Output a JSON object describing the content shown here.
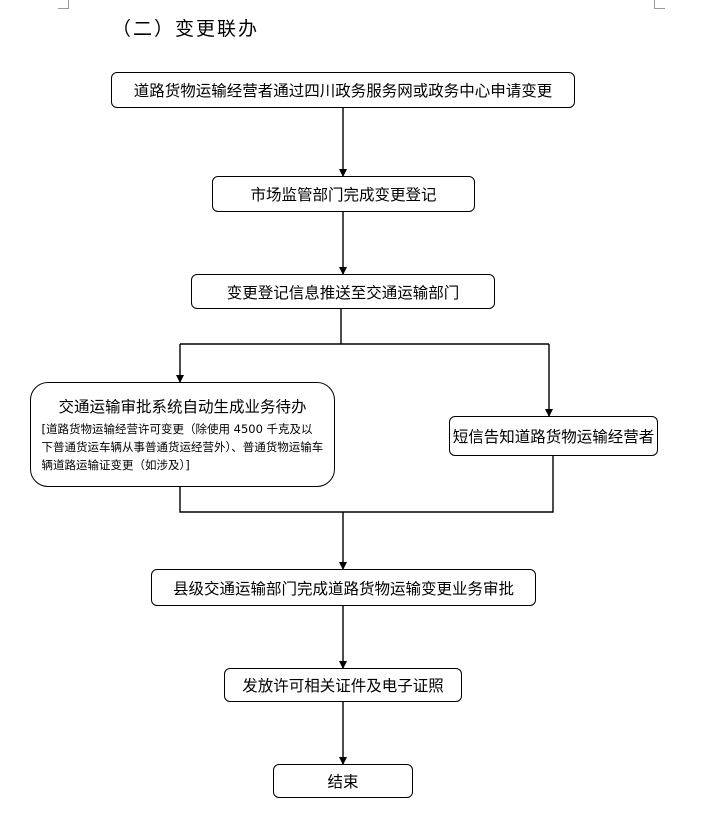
{
  "heading": "（二）变更联办",
  "steps": {
    "apply": "道路货物运输经营者通过四川政务服务网或政务中心申请变更",
    "register": "市场监管部门完成变更登记",
    "push": "变更登记信息推送至交通运输部门",
    "auto_generate": {
      "title": "交通运输审批系统自动生成业务待办",
      "detail": "[道路货物运输经营许可变更（除使用 4500 千克及以下普通货运车辆从事普通货运经营外）、普通货物运输车辆道路运输证变更（如涉及）]"
    },
    "sms": "短信告知道路货物运输经营者",
    "county_review": "县级交通运输部门完成道路货物运输变更业务审批",
    "issue": "发放许可相关证件及电子证照",
    "end": "结束"
  }
}
